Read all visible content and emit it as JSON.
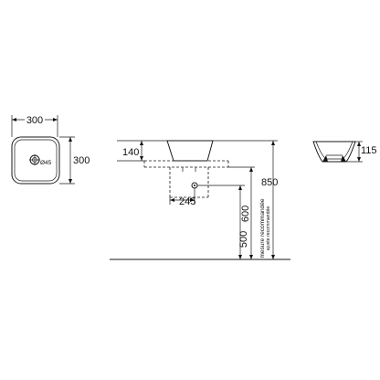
{
  "top_view": {
    "width_label": "300",
    "depth_label": "300",
    "drain_label": "Ø45"
  },
  "side_view": {
    "height_label": "140",
    "drain_offset_label": "245",
    "counter_height_label": "850",
    "height_600_label": "600",
    "height_500_label": "500",
    "note_primary": "mesure recommandée",
    "note_secondary": "ajuste recommandée"
  },
  "profile_view": {
    "height_label": "115"
  },
  "colors": {
    "line": "#1a1a1a",
    "background": "#ffffff"
  }
}
